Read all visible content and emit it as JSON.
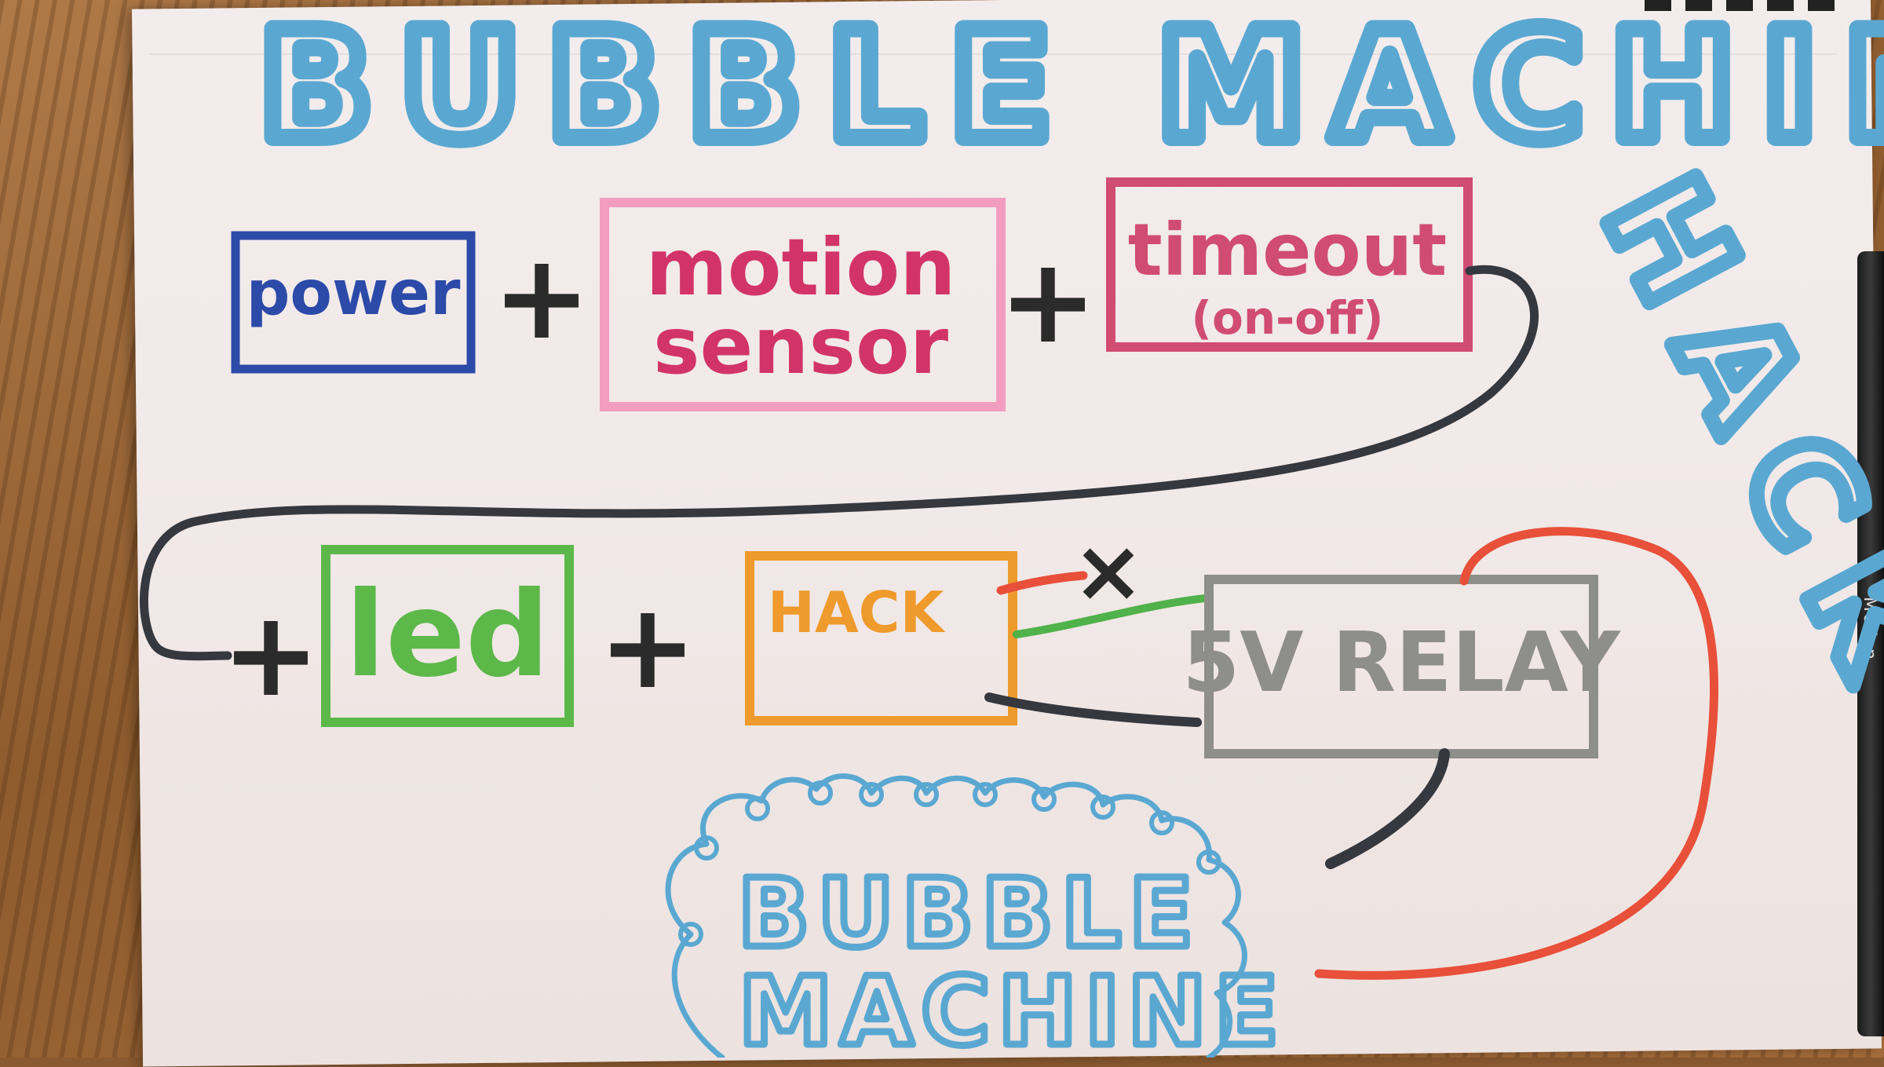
{
  "title": {
    "line1": "BUBBLE MACHINE",
    "line2": "HACK",
    "color": "#5aa8d2"
  },
  "nodes": {
    "power": {
      "label": "power",
      "color": "#2c4aa8"
    },
    "motion_sensor": {
      "line1": "motion",
      "line2": "sensor",
      "text_color": "#d2346a",
      "border_color": "#f29cc0"
    },
    "timeout": {
      "line1": "timeout",
      "line2": "(on-off)",
      "color": "#d04c72"
    },
    "led": {
      "label": "led",
      "color": "#5db84a"
    },
    "hack": {
      "label": "HACK",
      "color": "#ee9a2c"
    },
    "relay": {
      "label": "5V RELAY",
      "color": "#8e8e8a"
    },
    "bubble_machine": {
      "line1": "BUBBLE",
      "line2": "MACHINE",
      "color": "#5aa8d2"
    }
  },
  "operators": {
    "plus": "+",
    "x_mark": "×"
  },
  "wires": {
    "black": "#35383f",
    "red": "#e8503a",
    "green": "#4fb24a"
  },
  "marker_label": "McKen"
}
